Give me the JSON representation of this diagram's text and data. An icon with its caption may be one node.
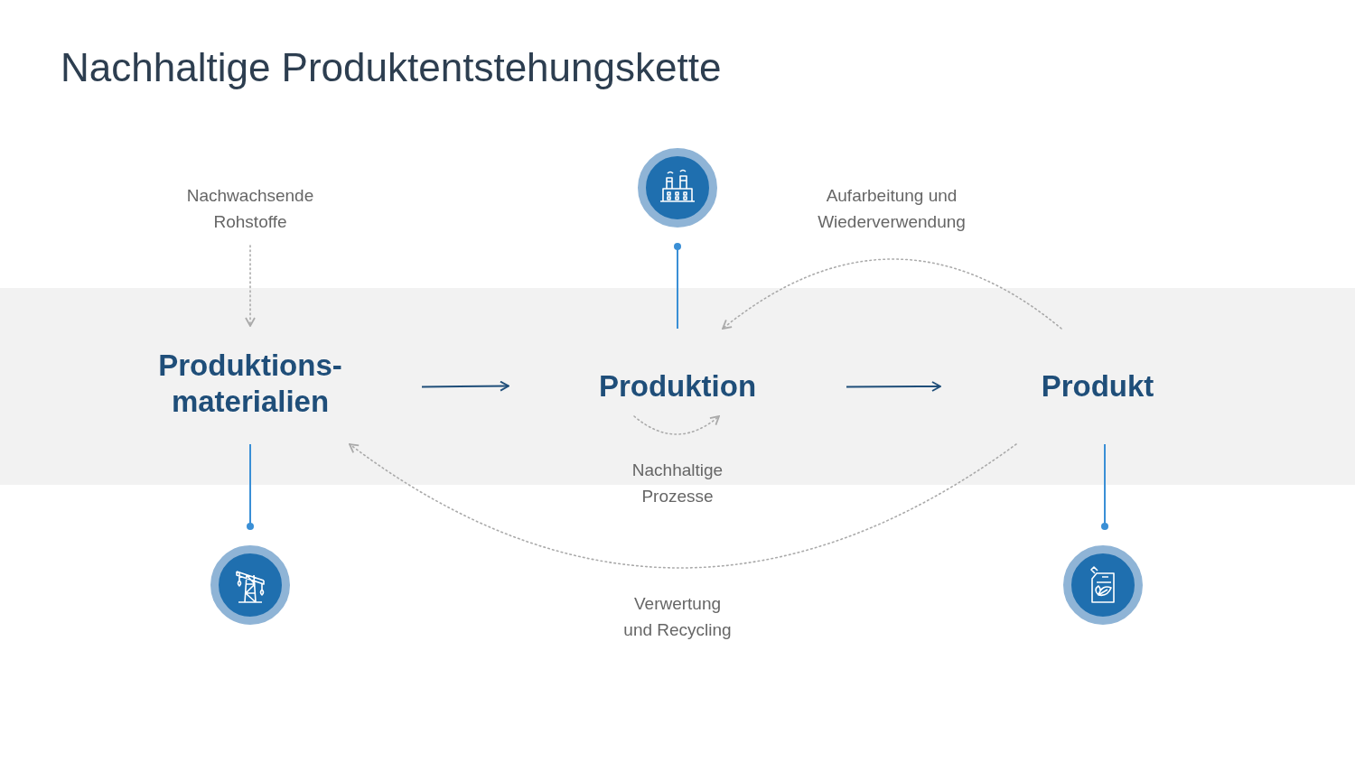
{
  "diagram": {
    "title": "Nachhaltige Produktentstehungskette",
    "nodes": [
      {
        "text": [
          "Nachwachsende Rohstoffe"
        ]
      },
      {
        "text": [
          "Produktions- materialien"
        ]
      },
      {
        "text": [
          "Produktion"
        ]
      },
      {
        "text": [
          "Produkt"
        ]
      },
      {
        "text": [],
        "shape": "circle"
      },
      {
        "text": [],
        "shape": "circle"
      },
      {
        "text": [],
        "shape": "circle"
      }
    ],
    "edges": [
      {
        "from": 0,
        "to": 1,
        "arrow": "to",
        "style": "dashed"
      },
      {
        "from": 1,
        "to": 2,
        "arrow": "to",
        "color": "#1f4e79"
      },
      {
        "from": 2,
        "to": 3,
        "arrow": "to",
        "color": "#1f4e79"
      },
      {
        "from": 3,
        "to": 2,
        "arrow": "to",
        "style": "dashed",
        "label": "Aufarbeitung und Wiederverwendung"
      },
      {
        "from": 3,
        "to": 1,
        "arrow": "to",
        "style": "dashed",
        "label": "Verwertung und Recycling"
      },
      {
        "from": 2,
        "to": 2,
        "arrow": "to",
        "style": "dashed",
        "label": "Nachhaltige Prozesse"
      },
      {
        "from": 4,
        "to": 2,
        "arrow": "other",
        "color": "#3a8fd6"
      },
      {
        "from": 5,
        "to": 1,
        "arrow": "other",
        "color": "#3a8fd6"
      },
      {
        "from": 6,
        "to": 3,
        "arrow": "other",
        "color": "#3a8fd6"
      }
    ]
  }
}
